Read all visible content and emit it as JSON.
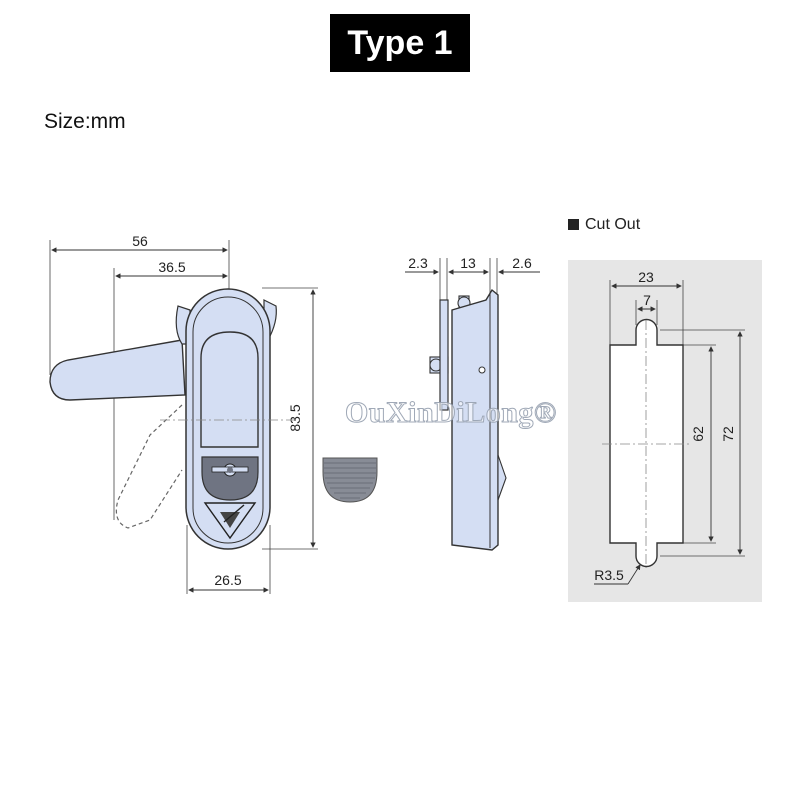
{
  "title": "Type 1",
  "size_unit_label": "Size:mm",
  "cutout_label": "Cut Out",
  "watermark": "OuXinDiLong®",
  "colors": {
    "part_fill": "#d4def3",
    "part_stroke": "#333333",
    "cutout_bg": "#e6e6e6",
    "badge_bg": "#000000"
  },
  "front_view": {
    "dim_overall_width": "56",
    "dim_handle_offset": "36.5",
    "dim_height": "83.5",
    "dim_body_width": "26.5"
  },
  "side_view": {
    "dim_left": "2.3",
    "dim_mid": "13",
    "dim_right": "2.6"
  },
  "cutout_view": {
    "dim_width": "23",
    "dim_notch": "7",
    "dim_inner_height": "62",
    "dim_outer_height": "72",
    "dim_radius": "R3.5"
  }
}
